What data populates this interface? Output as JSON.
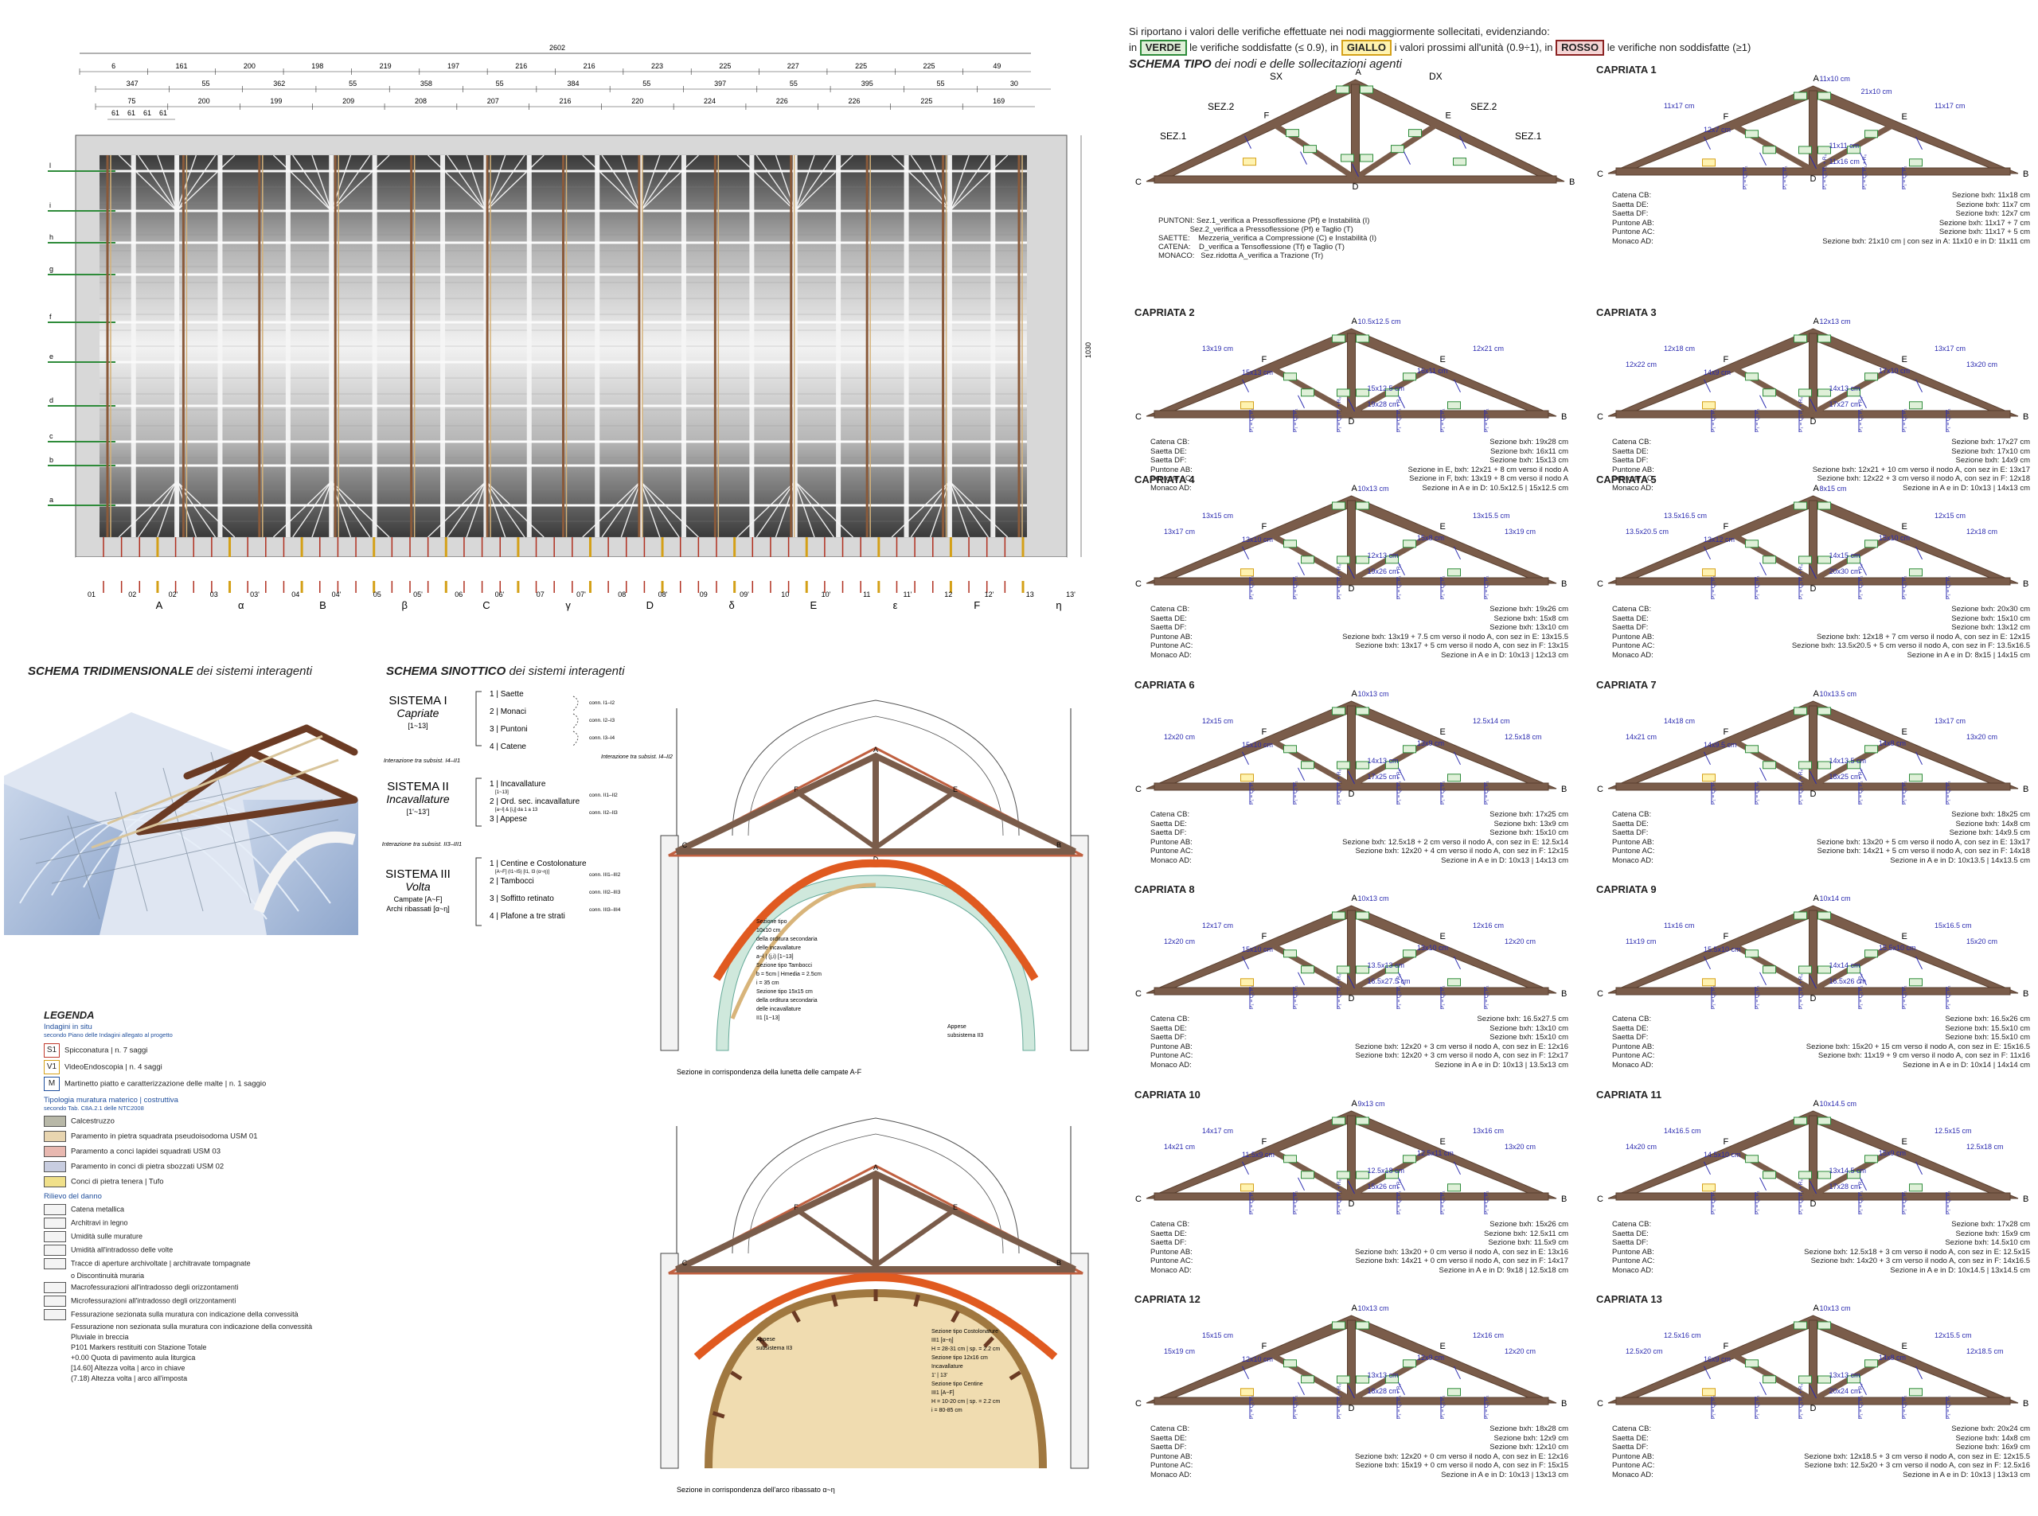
{
  "header": {
    "line1": "Si riportano i valori delle verifiche effettuate nei nodi maggiormente sollecitati, evidenziando:",
    "in1": "in",
    "verde": "VERDE",
    "verde_text": "le verifiche soddisfatte (≤ 0.9), in",
    "giallo": "GIALLO",
    "giallo_text": "i valori prossimi all'unità (0.9÷1), in",
    "rosso": "ROSSO",
    "rosso_text": "le verifiche non soddisfatte (≥1)"
  },
  "schema_tipo": {
    "title_bold": "SCHEMA TIPO",
    "title_rest": "dei nodi e delle sollecitazioni agenti",
    "sx": "SX",
    "dx": "DX",
    "sez1": "SEZ.1",
    "sez2": "SEZ.2",
    "notes": [
      "PUNTONI: Sez.1_verifica a Pressoflessione (Pf) e Instabilità (I)",
      "               Sez.2_verifica a Pressoflessione (Pf) e Taglio (T)",
      "SAETTE:    Mezzeria_verifica a Compressione (C) e Instabilità (I)",
      "CATENA:    D_verifica a Tensoflessione (Tf) e Taglio (T)",
      "MONACO:   Sez.ridotta A_verifica a Trazione (Tr)"
    ]
  },
  "plan": {
    "dim_total": "2602",
    "dim_row1": [
      "6",
      "161",
      "200",
      "198",
      "219",
      "197",
      "216",
      "216",
      "223",
      "225",
      "227",
      "225",
      "225",
      "49"
    ],
    "dim_row2": [
      "347",
      "55",
      "362",
      "55",
      "358",
      "55",
      "384",
      "55",
      "397",
      "55",
      "395",
      "55",
      "30"
    ],
    "dim_row3": [
      "75",
      "200",
      "199",
      "209",
      "208",
      "207",
      "216",
      "220",
      "224",
      "226",
      "226",
      "225",
      "169"
    ],
    "dim_row4": [
      "61",
      "61",
      "61",
      "61"
    ],
    "dim_height": "1030",
    "row_labels": [
      "l",
      "i",
      "h",
      "g",
      "f",
      "e",
      "d",
      "c",
      "b",
      "a"
    ],
    "truss_labels": [
      "01",
      "02",
      "02'",
      "03",
      "03'",
      "04",
      "04'",
      "05",
      "05'",
      "06",
      "06'",
      "07",
      "07'",
      "08",
      "08'",
      "09",
      "09'",
      "10",
      "10'",
      "11",
      "11'",
      "12",
      "12'",
      "13",
      "13'"
    ],
    "bay_labels": [
      "A",
      "α",
      "B",
      "β",
      "C",
      "γ",
      "D",
      "δ",
      "E",
      "ε",
      "F",
      "η"
    ]
  },
  "schema3d": {
    "title_bold": "SCHEMA TRIDIMENSIONALE",
    "title_rest": "dei sistemi interagenti"
  },
  "sinottico": {
    "title_bold": "SCHEMA SINOTTICO",
    "title_rest": "dei sistemi interagenti",
    "sys1": {
      "name": "SISTEMA I",
      "sub": "Capriate",
      "range": "[1~13]",
      "items": [
        "1 | Saette",
        "2 | Monaci",
        "3 | Puntoni",
        "4 | Catene"
      ],
      "conn": [
        "conn. I1–I2",
        "conn. I2–I3",
        "conn. I3–I4"
      ]
    },
    "int1": "Interazione tra subsist. I4–II1",
    "sys2": {
      "name": "SISTEMA II",
      "sub": "Incavallature",
      "range": "[1'~13']",
      "items": [
        "1 | Incavallature",
        "2 | Ord. sec. incavallature",
        "3 | Appese"
      ],
      "sub1": "[1~13]",
      "sub2": "[a~l] & [i,j] da 1 a 13",
      "conn": [
        "conn. II1–II2",
        "conn. II2–II3"
      ]
    },
    "int2": "Interazione tra subsist. II3–III1",
    "int3": "Interazione tra subsist. I4–II2",
    "sys3": {
      "name": "SISTEMA III",
      "sub": "Volta",
      "range1": "Campate [A~F]",
      "range2": "Archi ribassati [α~η]",
      "items": [
        "1 | Centine e Costolonature",
        "2 | Tambocci",
        "3 | Soffitto retinato",
        "4 | Plafone a tre strati"
      ],
      "sub1": "[A~F] (I1~I5)   [I1, I3 (α~η)]",
      "conn": [
        "conn. III1–III2",
        "conn. III2–III3",
        "conn. III3–III4"
      ]
    }
  },
  "legend": {
    "title": "LEGENDA",
    "sub1": "Indagini in situ",
    "sub1b": "secondo Piano delle Indagini allegato al progetto",
    "tags": [
      {
        "tag": "S1",
        "text": "Spicconatura | n. 7 saggi",
        "color": "#c0392b"
      },
      {
        "tag": "V1",
        "text": "VideoEndoscopia | n. 4 saggi",
        "color": "#d4a017"
      },
      {
        "tag": "M",
        "text": "Martinetto piatto e caratterizzazione delle malte | n. 1 saggio",
        "color": "#1f4e9c"
      }
    ],
    "sub2": "Tipologia muratura materico | costruttiva",
    "sub2b": "secondo Tab. C8A.2.1 delle NTC2008",
    "materials": [
      {
        "text": "Calcestruzzo",
        "color": "#b8b8a8"
      },
      {
        "text": "Paramento in pietra squadrata pseudoisodoma USM 01",
        "color": "#e8d5b0"
      },
      {
        "text": "Paramento a conci lapidei squadrati USM 03",
        "color": "#e8b8b0"
      },
      {
        "text": "Paramento in conci di pietra sbozzati USM 02",
        "color": "#c8cde0"
      },
      {
        "text": "Conci di pietra tenera | Tufo",
        "color": "#f0e08a"
      }
    ],
    "sub3": "Rilievo del danno",
    "damage": [
      "Catena metallica",
      "Architravi in legno",
      "Umidità sulle murature",
      "Umidità all'intradosso delle volte",
      "Tracce di aperture archivoltate | architravate tompagnate",
      "o Discontinuità muraria",
      "Macrofessurazioni all'intradosso degli orizzontamenti",
      "Microfessurazioni all'intradosso degli orizzontamenti",
      "Fessurazione sezionata sulla muratura con indicazione della convessità",
      "Fessurazione non sezionata sulla muratura con indicazione della convessità",
      "Pluviale in breccia",
      "P101  Markers restituiti con Stazione Totale",
      "+0.00  Quota di pavimento aula liturgica",
      "[14.60]  Altezza volta | arco in chiave",
      "(7.18)  Altezza volta | arco all'imposta"
    ]
  },
  "sections": {
    "sec1_caption": "Sezione in corrispondenza della lunetta delle campate A-F",
    "sec2_caption": "Sezione in corrispondenza dell'arco ribassato α~η",
    "labels": [
      "A",
      "F",
      "E",
      "C",
      "D",
      "B"
    ],
    "notes1": [
      "Sezione tipo",
      "10x10 cm",
      "della orditura secondaria",
      "delle incavallature",
      "a~l | (j,i) [1~13]",
      "Sezione tipo Tambocci",
      "b = 5cm | Hmedia = 2.5cm",
      "i = 35 cm",
      "Sezione tipo 15x15 cm",
      "della orditura secondaria",
      "delle incavallature",
      "II1 [1~13]",
      "Appese",
      "subsistema II3"
    ],
    "notes2": [
      "Appese",
      "subsistema II3",
      "Sezione tipo Costolonature",
      "III1 [α~η]",
      "H = 28-31 cm | sp. = 2.2 cm",
      "Sezione tipo 12x16 cm",
      "Incavallature",
      "1' | 13'",
      "Sezione tipo Centine",
      "III1 [A~F]",
      "H = 10-20 cm | sp. = 2.2 cm",
      "i = 80-85 cm"
    ]
  },
  "trusses": [
    {
      "title": "CAPRIATA 1",
      "top": "11x10 cm",
      "right": "21x10 cm",
      "left1": "11x17 cm",
      "left2": "12x7 cm",
      "right1": "11x17 cm",
      "mid1": "11x11 cm",
      "mid2": "11x16 cm",
      "table": [
        [
          "Catena CB:",
          "Sezione bxh: 11x18 cm"
        ],
        [
          "Saetta DE:",
          "Sezione bxh: 11x7 cm"
        ],
        [
          "Saetta DF:",
          "Sezione bxh: 12x7 cm"
        ],
        [
          "Puntone AB:",
          "Sezione bxh: 11x17 + 7 cm"
        ],
        [
          "Puntone AC:",
          "Sezione bxh: 11x17 + 5 cm"
        ],
        [
          "Monaco AD:",
          "Sezione bxh: 21x10 cm | con sez in A: 11x10 e in D: 11x11 cm"
        ]
      ]
    },
    {
      "title": "CAPRIATA 2",
      "top": "10.5x12.5 cm",
      "right": "",
      "left1": "13x19 cm",
      "left2": "15x13 cm",
      "right1": "12x21 cm",
      "right2": "16x11 cm",
      "mid1": "15x12.5 cm",
      "mid2": "19x28 cm",
      "table": [
        [
          "Catena CB:",
          "Sezione bxh: 19x28 cm"
        ],
        [
          "Saetta DE:",
          "Sezione bxh: 16x11 cm"
        ],
        [
          "Saetta DF:",
          "Sezione bxh: 15x13 cm"
        ],
        [
          "Puntone AB:",
          "Sezione in E, bxh: 12x21 + 8 cm verso il nodo A"
        ],
        [
          "Puntone AC:",
          "Sezione in F, bxh: 13x19 + 8 cm verso il nodo A"
        ],
        [
          "Monaco AD:",
          "Sezione in A e in D: 10.5x12.5 | 15x12.5 cm"
        ]
      ]
    },
    {
      "title": "CAPRIATA 3",
      "top": "12x13 cm",
      "right": "",
      "left1": "12x18 cm",
      "left0": "12x22 cm",
      "left2": "14x9 cm",
      "right1": "13x17 cm",
      "right0": "13x20 cm",
      "right2": "17x10 cm",
      "mid1": "14x13 cm",
      "mid2": "17x27 cm",
      "table": [
        [
          "Catena CB:",
          "Sezione bxh: 17x27 cm"
        ],
        [
          "Saetta DE:",
          "Sezione bxh: 17x10 cm"
        ],
        [
          "Saetta DF:",
          "Sezione bxh: 14x9 cm"
        ],
        [
          "Puntone AB:",
          "Sezione bxh: 12x21 + 10 cm verso il nodo A, con sez in E: 13x17"
        ],
        [
          "Puntone AC:",
          "Sezione bxh: 12x22 + 3 cm verso il nodo A, con sez in F: 12x18"
        ],
        [
          "Monaco AD:",
          "Sezione in A e in D: 10x13 | 14x13 cm"
        ]
      ]
    },
    {
      "title": "CAPRIATA 4",
      "top": "10x13 cm",
      "right": "",
      "left1": "13x15 cm",
      "left0": "13x17 cm",
      "left2": "13x10 cm",
      "right1": "13x15.5 cm",
      "right0": "13x19 cm",
      "right2": "15x8 cm",
      "mid1": "12x13 cm",
      "mid2": "19x26 cm",
      "table": [
        [
          "Catena CB:",
          "Sezione bxh: 19x26 cm"
        ],
        [
          "Saetta DE:",
          "Sezione bxh: 15x8 cm"
        ],
        [
          "Saetta DF:",
          "Sezione bxh: 13x10 cm"
        ],
        [
          "Puntone AB:",
          "Sezione bxh: 13x19 + 7.5 cm verso il nodo A, con sez in E: 13x15.5"
        ],
        [
          "Puntone AC:",
          "Sezione bxh: 13x17 + 5 cm verso il nodo A, con sez in F: 13x15"
        ],
        [
          "Monaco AD:",
          "Sezione in A e in D: 10x13 | 12x13 cm"
        ]
      ]
    },
    {
      "title": "CAPRIATA 5",
      "top": "8x15 cm",
      "right": "",
      "left1": "13.5x16.5 cm",
      "left0": "13.5x20.5 cm",
      "left2": "13x12 cm",
      "right1": "12x15 cm",
      "right0": "12x18 cm",
      "right2": "15x10 cm",
      "mid1": "14x15 cm",
      "mid2": "20x30 cm",
      "table": [
        [
          "Catena CB:",
          "Sezione bxh: 20x30 cm"
        ],
        [
          "Saetta DE:",
          "Sezione bxh: 15x10 cm"
        ],
        [
          "Saetta DF:",
          "Sezione bxh: 13x12 cm"
        ],
        [
          "Puntone AB:",
          "Sezione bxh: 12x18 + 7 cm verso il nodo A, con sez in E: 12x15"
        ],
        [
          "Puntone AC:",
          "Sezione bxh: 13.5x20.5 + 5 cm verso il nodo A, con sez in F: 13.5x16.5"
        ],
        [
          "Monaco AD:",
          "Sezione in A e in D: 8x15 | 14x15 cm"
        ]
      ]
    },
    {
      "title": "CAPRIATA 6",
      "top": "10x13 cm",
      "right": "",
      "left1": "12x15 cm",
      "left0": "12x20 cm",
      "left2": "15x10 cm",
      "right1": "12.5x14 cm",
      "right0": "12.5x18 cm",
      "right2": "13x9 cm",
      "mid1": "14x13 cm",
      "mid2": "17x25 cm",
      "table": [
        [
          "Catena CB:",
          "Sezione bxh: 17x25 cm"
        ],
        [
          "Saetta DE:",
          "Sezione bxh: 13x9 cm"
        ],
        [
          "Saetta DF:",
          "Sezione bxh: 15x10 cm"
        ],
        [
          "Puntone AB:",
          "Sezione bxh: 12.5x18 + 2 cm verso il nodo A, con sez in E: 12.5x14"
        ],
        [
          "Puntone AC:",
          "Sezione bxh: 12x20 + 4 cm verso il nodo A, con sez in F: 12x15"
        ],
        [
          "Monaco AD:",
          "Sezione in A e in D: 10x13 | 14x13 cm"
        ]
      ]
    },
    {
      "title": "CAPRIATA 7",
      "top": "10x13.5 cm",
      "right": "",
      "left1": "14x18 cm",
      "left0": "14x21 cm",
      "left2": "14x9.5 cm",
      "right1": "13x17 cm",
      "right0": "13x20 cm",
      "right2": "14x8 cm",
      "mid1": "14x13.5 cm",
      "mid2": "18x25 cm",
      "table": [
        [
          "Catena CB:",
          "Sezione bxh: 18x25 cm"
        ],
        [
          "Saetta DE:",
          "Sezione bxh: 14x8 cm"
        ],
        [
          "Saetta DF:",
          "Sezione bxh: 14x9.5 cm"
        ],
        [
          "Puntone AB:",
          "Sezione bxh: 13x20 + 5 cm verso il nodo A, con sez in E: 13x17"
        ],
        [
          "Puntone AC:",
          "Sezione bxh: 14x21 + 5 cm verso il nodo A, con sez in F: 14x18"
        ],
        [
          "Monaco AD:",
          "Sezione in A e in D: 10x13.5 | 14x13.5 cm"
        ]
      ]
    },
    {
      "title": "CAPRIATA 8",
      "top": "10x13 cm",
      "right": "",
      "left1": "12x17 cm",
      "left0": "12x20 cm",
      "left2": "15x10 cm",
      "right1": "12x16 cm",
      "right0": "12x20 cm",
      "right2": "13x10 cm",
      "mid1": "13.5x13 cm",
      "mid2": "16.5x27.5 cm",
      "table": [
        [
          "Catena CB:",
          "Sezione bxh: 16.5x27.5 cm"
        ],
        [
          "Saetta DE:",
          "Sezione bxh: 13x10 cm"
        ],
        [
          "Saetta DF:",
          "Sezione bxh: 15x10 cm"
        ],
        [
          "Puntone AB:",
          "Sezione bxh: 12x20 + 3 cm verso il nodo A, con sez in E: 12x16"
        ],
        [
          "Puntone AC:",
          "Sezione bxh: 12x20 + 3 cm verso il nodo A, con sez in F: 12x17"
        ],
        [
          "Monaco AD:",
          "Sezione in A e in D: 10x13 | 13.5x13 cm"
        ]
      ]
    },
    {
      "title": "CAPRIATA 9",
      "top": "10x14 cm",
      "right": "",
      "left1": "11x16 cm",
      "left0": "11x19 cm",
      "left2": "15.5x10 cm",
      "right1": "15x16.5 cm",
      "right0": "15x20 cm",
      "right2": "15.5x10 cm",
      "mid1": "14x14 cm",
      "mid2": "16.5x26 cm",
      "table": [
        [
          "Catena CB:",
          "Sezione bxh: 16.5x26 cm"
        ],
        [
          "Saetta DE:",
          "Sezione bxh: 15.5x10 cm"
        ],
        [
          "Saetta DF:",
          "Sezione bxh: 15.5x10 cm"
        ],
        [
          "Puntone AB:",
          "Sezione bxh: 15x20 + 15 cm verso il nodo A, con sez in E: 15x16.5"
        ],
        [
          "Puntone AC:",
          "Sezione bxh: 11x19 + 9 cm verso il nodo A, con sez in F: 11x16"
        ],
        [
          "Monaco AD:",
          "Sezione in A e in D: 10x14 | 14x14 cm"
        ]
      ]
    },
    {
      "title": "CAPRIATA 10",
      "top": "9x13 cm",
      "right": "",
      "left1": "14x17 cm",
      "left0": "14x21 cm",
      "left2": "11.5x9 cm",
      "right1": "13x16 cm",
      "right0": "13x20 cm",
      "right2": "12.5x11 cm",
      "mid1": "12.5x18 cm",
      "mid2": "15x26 cm",
      "table": [
        [
          "Catena CB:",
          "Sezione bxh: 15x26 cm"
        ],
        [
          "Saetta DE:",
          "Sezione bxh: 12.5x11 cm"
        ],
        [
          "Saetta DF:",
          "Sezione bxh: 11.5x9 cm"
        ],
        [
          "Puntone AB:",
          "Sezione bxh: 13x20 + 0 cm verso il nodo A, con sez in E: 13x16"
        ],
        [
          "Puntone AC:",
          "Sezione bxh: 14x21 + 0 cm verso il nodo A, con sez in F: 14x17"
        ],
        [
          "Monaco AD:",
          "Sezione in A e in D: 9x18 | 12.5x18 cm"
        ]
      ]
    },
    {
      "title": "CAPRIATA 11",
      "top": "10x14.5 cm",
      "right": "",
      "left1": "14x16.5 cm",
      "left0": "14x20 cm",
      "left2": "14.5x10 cm",
      "right1": "12.5x15 cm",
      "right0": "12.5x18 cm",
      "right2": "15x9 cm",
      "mid1": "13x14.5 cm",
      "mid2": "17x28 cm",
      "table": [
        [
          "Catena CB:",
          "Sezione bxh: 17x28 cm"
        ],
        [
          "Saetta DE:",
          "Sezione bxh: 15x9 cm"
        ],
        [
          "Saetta DF:",
          "Sezione bxh: 14.5x10 cm"
        ],
        [
          "Puntone AB:",
          "Sezione bxh: 12.5x18 + 3 cm verso il nodo A, con sez in E: 12.5x15"
        ],
        [
          "Puntone AC:",
          "Sezione bxh: 14x20 + 3 cm verso il nodo A, con sez in F: 14x16.5"
        ],
        [
          "Monaco AD:",
          "Sezione in A e in D: 10x14.5 | 13x14.5 cm"
        ]
      ]
    },
    {
      "title": "CAPRIATA 12",
      "top": "10x13 cm",
      "right": "",
      "left1": "15x15 cm",
      "left0": "15x19 cm",
      "left2": "12x10 cm",
      "right1": "12x16 cm",
      "right0": "12x20 cm",
      "right2": "12x9 cm",
      "mid1": "13x13 cm",
      "mid2": "18x28 cm",
      "table": [
        [
          "Catena CB:",
          "Sezione bxh: 18x28 cm"
        ],
        [
          "Saetta DE:",
          "Sezione bxh: 12x9 cm"
        ],
        [
          "Saetta DF:",
          "Sezione bxh: 12x10 cm"
        ],
        [
          "Puntone AB:",
          "Sezione bxh: 12x20 + 0 cm verso il nodo A, con sez in E: 12x16"
        ],
        [
          "Puntone AC:",
          "Sezione bxh: 15x19 + 0 cm verso il nodo A, con sez in F: 15x15"
        ],
        [
          "Monaco AD:",
          "Sezione in A e in D: 10x13 | 13x13 cm"
        ]
      ]
    },
    {
      "title": "CAPRIATA 13",
      "top": "10x13 cm",
      "right": "",
      "left1": "12.5x16 cm",
      "left0": "12.5x20 cm",
      "left2": "16x9 cm",
      "right1": "12x15.5 cm",
      "right0": "12x18.5 cm",
      "right2": "14x8 cm",
      "mid1": "13x13 cm",
      "mid2": "20x24 cm",
      "table": [
        [
          "Catena CB:",
          "Sezione bxh: 20x24 cm"
        ],
        [
          "Saetta DE:",
          "Sezione bxh: 14x8 cm"
        ],
        [
          "Saetta DF:",
          "Sezione bxh: 16x9 cm"
        ],
        [
          "Puntone AB:",
          "Sezione bxh: 12x18.5 + 3 cm verso il nodo A, con sez in E: 12x15.5"
        ],
        [
          "Puntone AC:",
          "Sezione bxh: 12.5x20 + 3 cm verso il nodo A, con sez in F: 12.5x16"
        ],
        [
          "Monaco AD:",
          "Sezione in A e in D: 10x13 | 13x13 cm"
        ]
      ]
    }
  ],
  "node_letters": {
    "A": "A",
    "B": "B",
    "C": "C",
    "D": "D",
    "E": "E",
    "F": "F"
  },
  "load_labels": [
    "P₁ = Q₁ P₁",
    "P₁ = Q₁ P₁",
    "P₁ = Q₁ P₁ + R₀",
    "P₁ = Q₁ P₁ + R₀",
    "P₁ = Q₁ P₁",
    "P₁ = Q₁ P₁"
  ],
  "colors": {
    "timber": "#7a5c4a",
    "timber_dark": "#5a4030",
    "blue": "#2b2bb0",
    "green": "#2e8b3a",
    "yellow": "#d4a017",
    "red": "#8b2323",
    "orange": "#e05a20"
  }
}
